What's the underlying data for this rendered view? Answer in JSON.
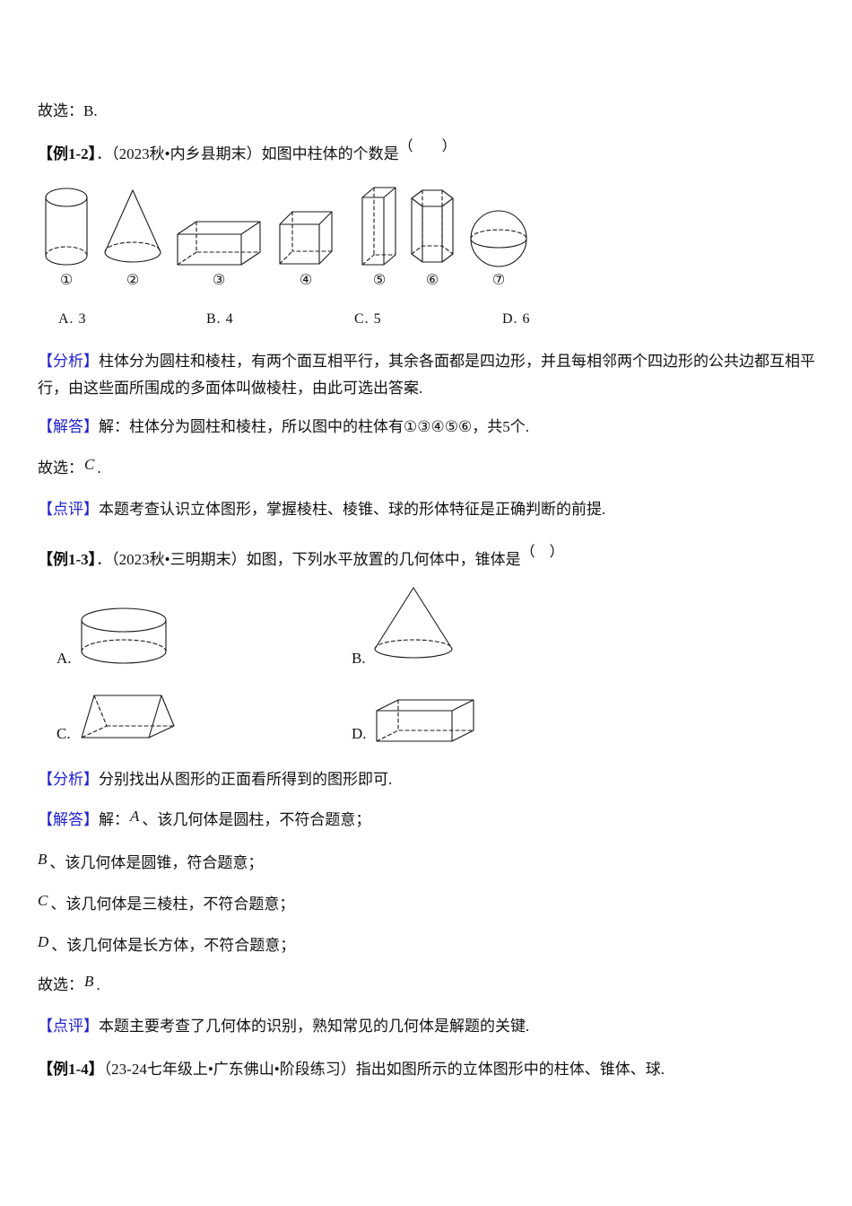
{
  "colors": {
    "label_blue": "#2222cc",
    "figure_stroke": "#1a1a1a"
  },
  "intro": {
    "answer": "故选：B."
  },
  "ex2": {
    "label": "【例1-2】",
    "title_rest": "．（2023秋•内乡县期末）如图中柱体的个数是",
    "paren": "（　　）",
    "shape_numbers": [
      "①",
      "②",
      "③",
      "④",
      "⑤",
      "⑥",
      "⑦"
    ],
    "shape_names": [
      "cylinder",
      "cone",
      "cuboid",
      "cube",
      "rectangular-prism",
      "hexagonal-prism",
      "sphere"
    ],
    "options": [
      "A. 3",
      "B. 4",
      "C. 5",
      "D. 6"
    ],
    "analysis_label": "【分析】",
    "analysis": "柱体分为圆柱和棱柱，有两个面互相平行，其余各面都是四边形，并且每相邻两个四边形的公共边都互相平行，由这些面所围成的多面体叫做棱柱，由此可选出答案.",
    "solve_label": "【解答】",
    "solve": "解：柱体分为圆柱和棱柱，所以图中的柱体有①③④⑤⑥，共5个.",
    "choose_prefix": "故选：",
    "choose_letter": "C",
    "choose_suffix": ".",
    "comment_label": "【点评】",
    "comment": "本题考查认识立体图形，掌握棱柱、棱锥、球的形体特征是正确判断的前提."
  },
  "ex3": {
    "label": "【例1-3】",
    "title_rest": "．（2023秋•三明期末）如图，下列水平放置的几何体中，锥体是",
    "paren": "（　）",
    "fig_labels": [
      "A.",
      "B.",
      "C.",
      "D."
    ],
    "analysis_label": "【分析】",
    "analysis": "分别找出从图形的正面看所得到的图形即可.",
    "solve_label": "【解答】",
    "solve_intro": "解：",
    "items": [
      {
        "letter": "A",
        "text": "、该几何体是圆柱，不符合题意；"
      },
      {
        "letter": "B",
        "text": "、该几何体是圆锥，符合题意；"
      },
      {
        "letter": "C",
        "text": "、该几何体是三棱柱，不符合题意；"
      },
      {
        "letter": "D",
        "text": "、该几何体是长方体，不符合题意；"
      }
    ],
    "choose_prefix": "故选：",
    "choose_letter": "B",
    "choose_suffix": ".",
    "comment_label": "【点评】",
    "comment": "本题主要考查了几何体的识别，熟知常见的几何体是解题的关键."
  },
  "ex4": {
    "label": "【例1-4】",
    "title_rest": "（23-24七年级上•广东佛山•阶段练习）指出如图所示的立体图形中的柱体、锥体、球."
  }
}
